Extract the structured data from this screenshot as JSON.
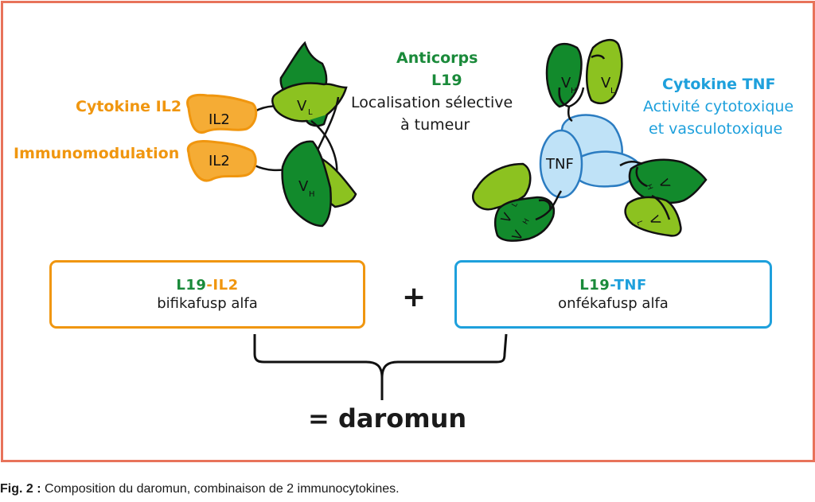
{
  "colors": {
    "frame": "#e8735a",
    "il2": "#f0960f",
    "il2_fill": "#f5ac35",
    "antibody_green": "#1a8a3a",
    "vh_fill": "#128a2c",
    "vl_fill": "#8cc220",
    "tnf": "#1ea0dc",
    "tnf_fill": "#bfe2f7",
    "tnf_stroke": "#2b7cc1"
  },
  "labels": {
    "il2_title": "Cytokine IL2",
    "il2_role": "Immunomodulation",
    "antibody_title": "Anticorps",
    "antibody_name": "L19",
    "antibody_role_line1": "Localisation sélective",
    "antibody_role_line2": "à tumeur",
    "tnf_title": "Cytokine TNF",
    "tnf_role_line1": "Activité cytotoxique",
    "tnf_role_line2": "et vasculotoxique"
  },
  "molecule_labels": {
    "il2": "IL2",
    "tnf": "TNF",
    "v": "V",
    "h": "H",
    "l": "L"
  },
  "boxes": {
    "left": {
      "prefix": "L19",
      "dash": "-",
      "suffix": "IL2",
      "name": "bifikafusp alfa"
    },
    "right": {
      "prefix": "L19",
      "dash": "-",
      "suffix": "TNF",
      "name": "onfékafusp alfa"
    }
  },
  "plus": "+",
  "result": {
    "equals": "=",
    "name": "daromun"
  },
  "caption": {
    "label": "Fig. 2 :",
    "text": " Composition du daromun, combinaison de 2 immunocytokines."
  }
}
